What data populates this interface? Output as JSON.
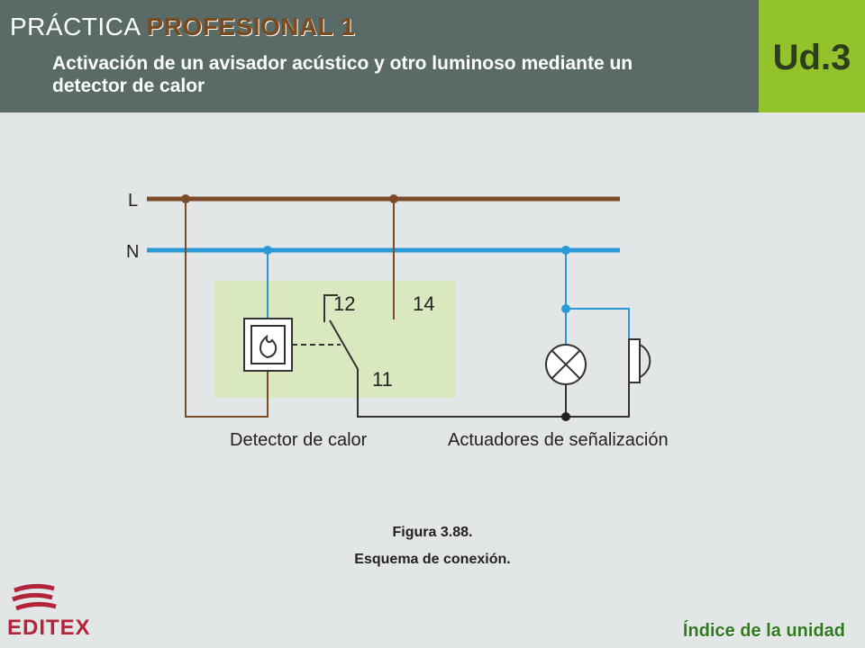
{
  "header": {
    "title_prefix": "PRÁCTICA",
    "title_bold": "PROFESIONAL 1",
    "subtitle": "Activación de un avisador acústico y otro luminoso mediante un detector de calor",
    "unit": "Ud.3"
  },
  "diagram": {
    "line_l": "L",
    "line_n": "N",
    "contact_12": "12",
    "contact_14": "14",
    "contact_11": "11",
    "label_detector": "Detector de calor",
    "label_actuators": "Actuadores de señalización",
    "colors": {
      "phase": "#7b4b2a",
      "neutral": "#2a9ad6",
      "wire": "#444444",
      "detector_area": "#d9e8bf"
    }
  },
  "caption": {
    "figure": "Figura 3.88.",
    "text": "Esquema de conexión."
  },
  "footer": {
    "logo_text": "EDITEX",
    "index_link": "Índice de la unidad"
  }
}
